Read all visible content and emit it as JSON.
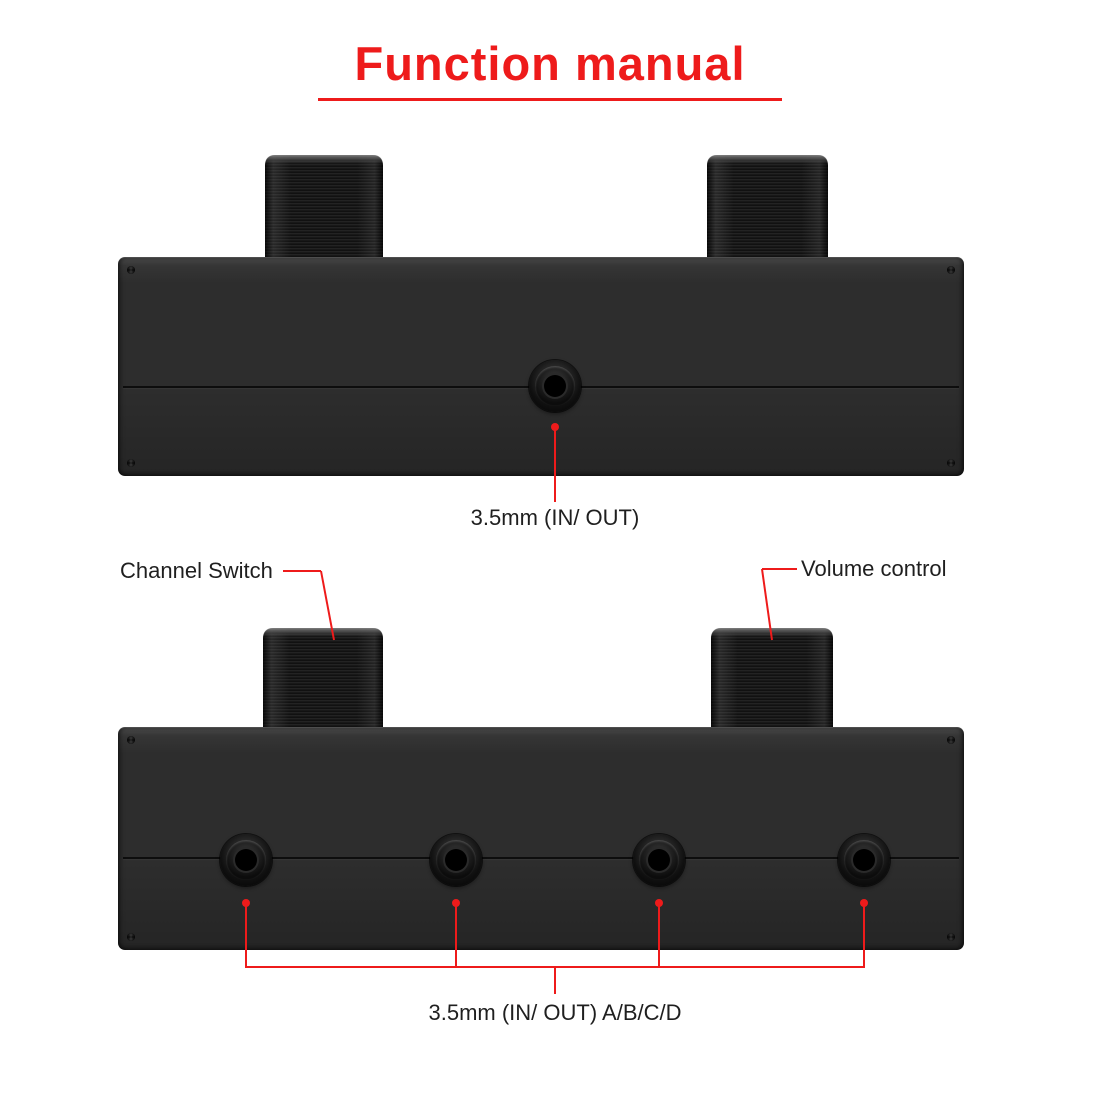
{
  "title": "Function manual",
  "colors": {
    "accent_red": "#ee1b1b",
    "device_body": "#2d2d2d",
    "knob_black": "#151515",
    "label_text": "#1f1f1f"
  },
  "front_panel_view": {
    "jack_label": "3.5mm (IN/ OUT)",
    "jack_count": 1
  },
  "annotated_view": {
    "left_knob_label": "Channel Switch",
    "right_knob_label": "Volume control",
    "jacks_label": "3.5mm (IN/ OUT) A/B/C/D",
    "jack_count": 4
  },
  "icons": {
    "knob": "css-knurled-cylinder",
    "jack": "css-circle-port",
    "screw": "css-dot"
  }
}
